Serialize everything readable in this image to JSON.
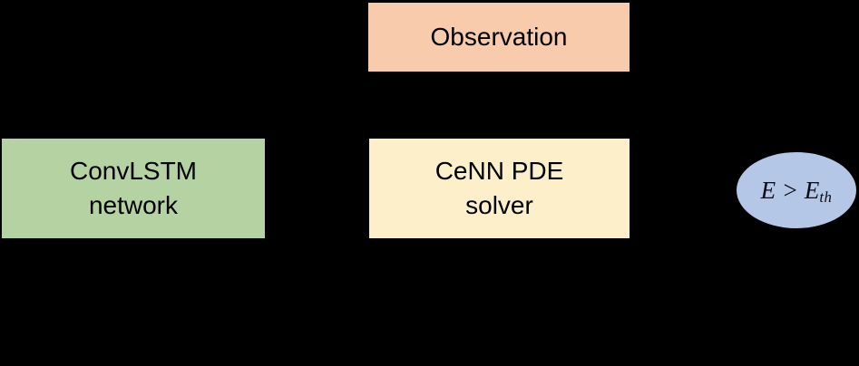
{
  "background_color": "#000000",
  "text_color": "#000000",
  "nodes": {
    "observation": {
      "label": "Observation",
      "fill": "#F7CBAC",
      "shape": "rectangle"
    },
    "convlstm": {
      "line1": "ConvLSTM",
      "line2": "network",
      "fill": "#B5D2A3",
      "shape": "rectangle"
    },
    "cenn": {
      "line1": "CeNN PDE",
      "line2": "solver",
      "fill": "#FDEFC9",
      "shape": "rectangle"
    },
    "threshold": {
      "formula_base": "E > E",
      "formula_subscript": "th",
      "fill": "#B4C7E7",
      "shape": "ellipse"
    }
  }
}
